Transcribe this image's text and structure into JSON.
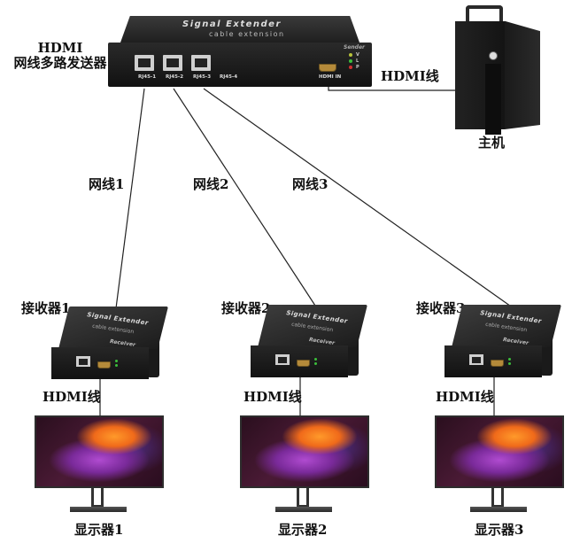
{
  "sender": {
    "label_line1": "HDMI",
    "label_line2": "网线多路发送器",
    "device_title": "Signal Extender",
    "device_subtitle": "cable extension",
    "device_tag": "Sender",
    "ports": [
      "RJ45-1",
      "RJ45-2",
      "RJ45-3",
      "RJ45-4"
    ],
    "hdmi_port_label": "HDMI IN",
    "leds": [
      "V",
      "L",
      "P"
    ]
  },
  "host": {
    "label": "主机",
    "cable_label": "HDMI线"
  },
  "cables": [
    "网线1",
    "网线2",
    "网线3"
  ],
  "receivers": [
    {
      "label": "接收器1",
      "device_title": "Signal Extender",
      "device_subtitle": "cable extension",
      "device_tag": "Receiver",
      "cable_label": "HDMI线",
      "monitor_label": "显示器1"
    },
    {
      "label": "接收器2",
      "device_title": "Signal Extender",
      "device_subtitle": "cable extension",
      "device_tag": "Receiver",
      "cable_label": "HDMI线",
      "monitor_label": "显示器2"
    },
    {
      "label": "接收器3",
      "device_title": "Signal Extender",
      "device_subtitle": "cable extension",
      "device_tag": "Receiver",
      "cable_label": "HDMI线",
      "monitor_label": "显示器3"
    }
  ],
  "colors": {
    "line": "#222222",
    "device_body": "#1c1c1c",
    "led_v": "#b8c23a",
    "led_l": "#3bbf3b",
    "led_p": "#d03030"
  }
}
